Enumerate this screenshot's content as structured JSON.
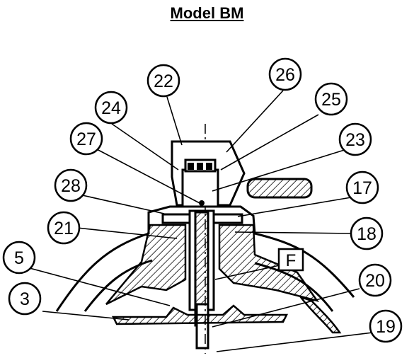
{
  "title": "Model BM",
  "callouts": [
    {
      "id": "c22",
      "label": "22"
    },
    {
      "id": "c26",
      "label": "26"
    },
    {
      "id": "c24",
      "label": "24"
    },
    {
      "id": "c25",
      "label": "25"
    },
    {
      "id": "c27",
      "label": "27"
    },
    {
      "id": "c23",
      "label": "23"
    },
    {
      "id": "c28",
      "label": "28"
    },
    {
      "id": "c17",
      "label": "17"
    },
    {
      "id": "c21",
      "label": "21"
    },
    {
      "id": "c18",
      "label": "18"
    },
    {
      "id": "c5",
      "label": "5"
    },
    {
      "id": "c20",
      "label": "20"
    },
    {
      "id": "c3",
      "label": "3"
    },
    {
      "id": "c19",
      "label": "19"
    }
  ],
  "box_label": "F"
}
